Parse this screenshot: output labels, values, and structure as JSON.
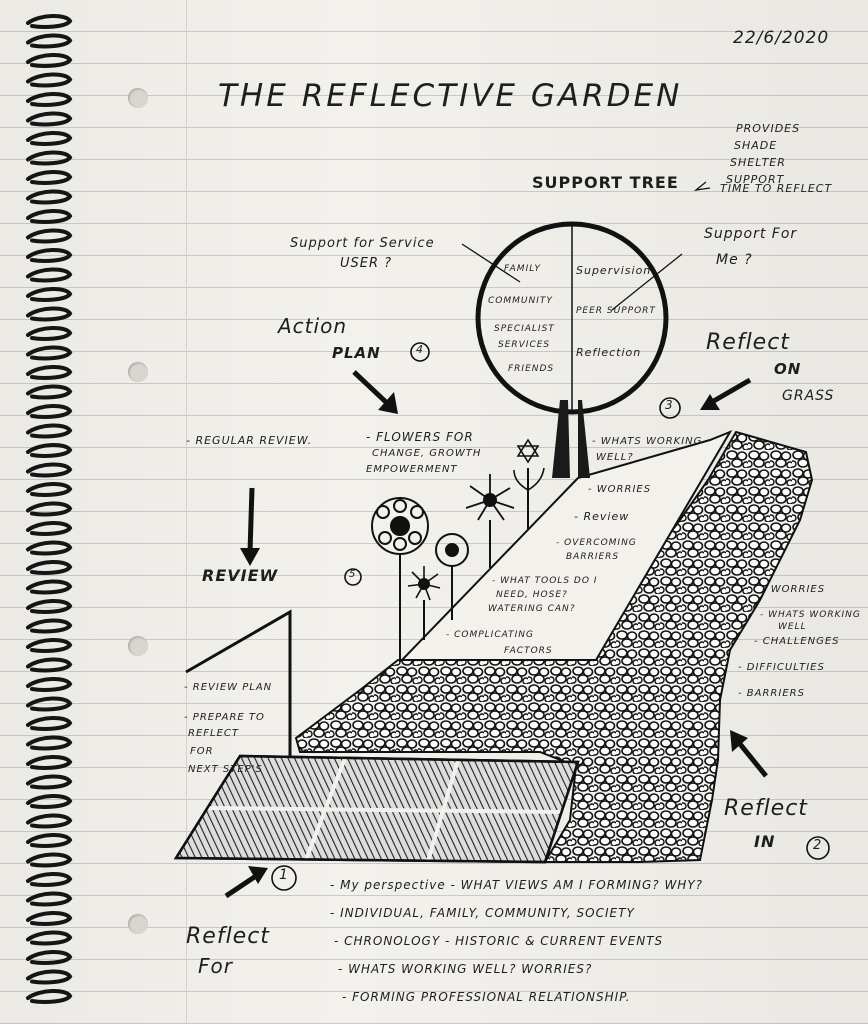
{
  "date": "22/6/2020",
  "title": "THE REFLECTIVE GARDEN",
  "tree": {
    "label": "SUPPORT TREE",
    "provides": [
      "PROVIDES",
      "SHADE",
      "SHELTER",
      "SUPPORT",
      "TIME TO REFLECT"
    ],
    "left_items": [
      "FAMILY",
      "COMMUNITY",
      "SPECIALIST",
      "SERVICES",
      "FRIENDS"
    ],
    "right_items": [
      "Supervision",
      "PEER SUPPORT",
      "Reflection"
    ],
    "service_user_note": [
      "Support for Service",
      "USER ?"
    ],
    "me_note": [
      "Support For",
      "Me ?"
    ]
  },
  "step_action": {
    "line1": "Action",
    "line2": "PLAN",
    "number": "4"
  },
  "step_reflect_on": {
    "line1": "Reflect",
    "line2": "ON",
    "line3": "GRASS",
    "number": "3"
  },
  "regular_review": "- REGULAR REVIEW.",
  "flowers_note": [
    "- Flowers for",
    "CHANGE, GROWTH",
    "EMPOWERMENT"
  ],
  "path_notes": [
    "- WHATS WORKING",
    "WELL?",
    "- WORRIES",
    "- Review",
    "- OVERCOMING",
    "BARRIERS",
    "- WHAT TOOLS DO I",
    "NEED, HOSE?",
    "WATERING CAN?",
    "- COMPLICATING",
    "FACTORS"
  ],
  "step_review": {
    "label": "REVIEW",
    "number": "5"
  },
  "review_notes": [
    "- REVIEW PLAN",
    "- PREPARE TO",
    "REFLECT",
    "FOR",
    "NEXT STEP'S"
  ],
  "pebble_notes": [
    "- WORRIES",
    "- WHATS WORKING",
    "WELL",
    "- CHALLENGES",
    "- DIFFICULTIES",
    "- BARRIERS"
  ],
  "step_reflect_in": {
    "line1": "Reflect",
    "line2": "IN",
    "number": "2"
  },
  "step_reflect_for": {
    "line1": "Reflect",
    "line2": "For",
    "number": "1"
  },
  "bottom_notes": [
    "- My perspective - WHAT VIEWS AM I FORMING? WHY?",
    "- INDIVIDUAL, FAMILY, COMMUNITY, SOCIETY",
    "- CHRONOLOGY - HISTORIC & CURRENT EVENTS",
    "- WHATS WORKING WELL? WORRIES?",
    "- FORMING PROFESSIONAL RELATIONSHIP."
  ]
}
